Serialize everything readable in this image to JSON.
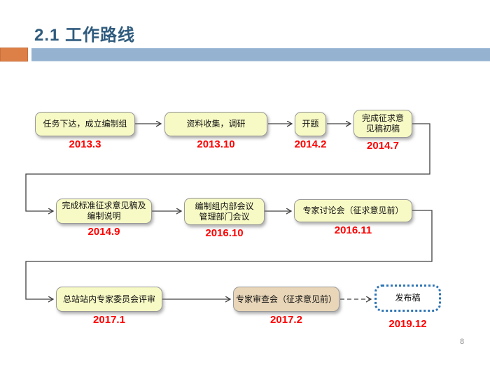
{
  "slide": {
    "title": "2.1  工作路线",
    "page_number": "8"
  },
  "theme": {
    "title_color": "#2F5B7D",
    "accent_orange": "#DD8047",
    "accent_blue_bar": "#95B3D1",
    "node_fill_yellow": "#F7FAC5",
    "node_fill_tan": "#E9D6B8",
    "node_border_gray": "#999999",
    "dashed_border_blue": "#2E74B5",
    "date_color": "#FF0000",
    "connector_color": "#404040"
  },
  "flow": {
    "rows": [
      {
        "nodes": [
          {
            "label": "任务下达，成立编制组",
            "date": "2013.3"
          },
          {
            "label": "资料收集，调研",
            "date": "2013.10"
          },
          {
            "label": "开题",
            "date": "2014.2"
          },
          {
            "label": "完成征求意\n见稿初稿",
            "date": "2014.7"
          }
        ]
      },
      {
        "nodes": [
          {
            "label": "完成标准征求意见稿及\n编制说明",
            "date": "2014.9"
          },
          {
            "label": "编制组内部会议\n管理部门会议",
            "date": "2016.10"
          },
          {
            "label": "专家讨论会（征求意见前）",
            "date": "2016.11"
          }
        ]
      },
      {
        "nodes": [
          {
            "label": "总站站内专家委员会评审",
            "date": "2017.1"
          },
          {
            "label": "专家审查会（征求意见前）",
            "date": "2017.2"
          },
          {
            "label": "发布稿",
            "date": "2019.12"
          }
        ]
      }
    ]
  }
}
